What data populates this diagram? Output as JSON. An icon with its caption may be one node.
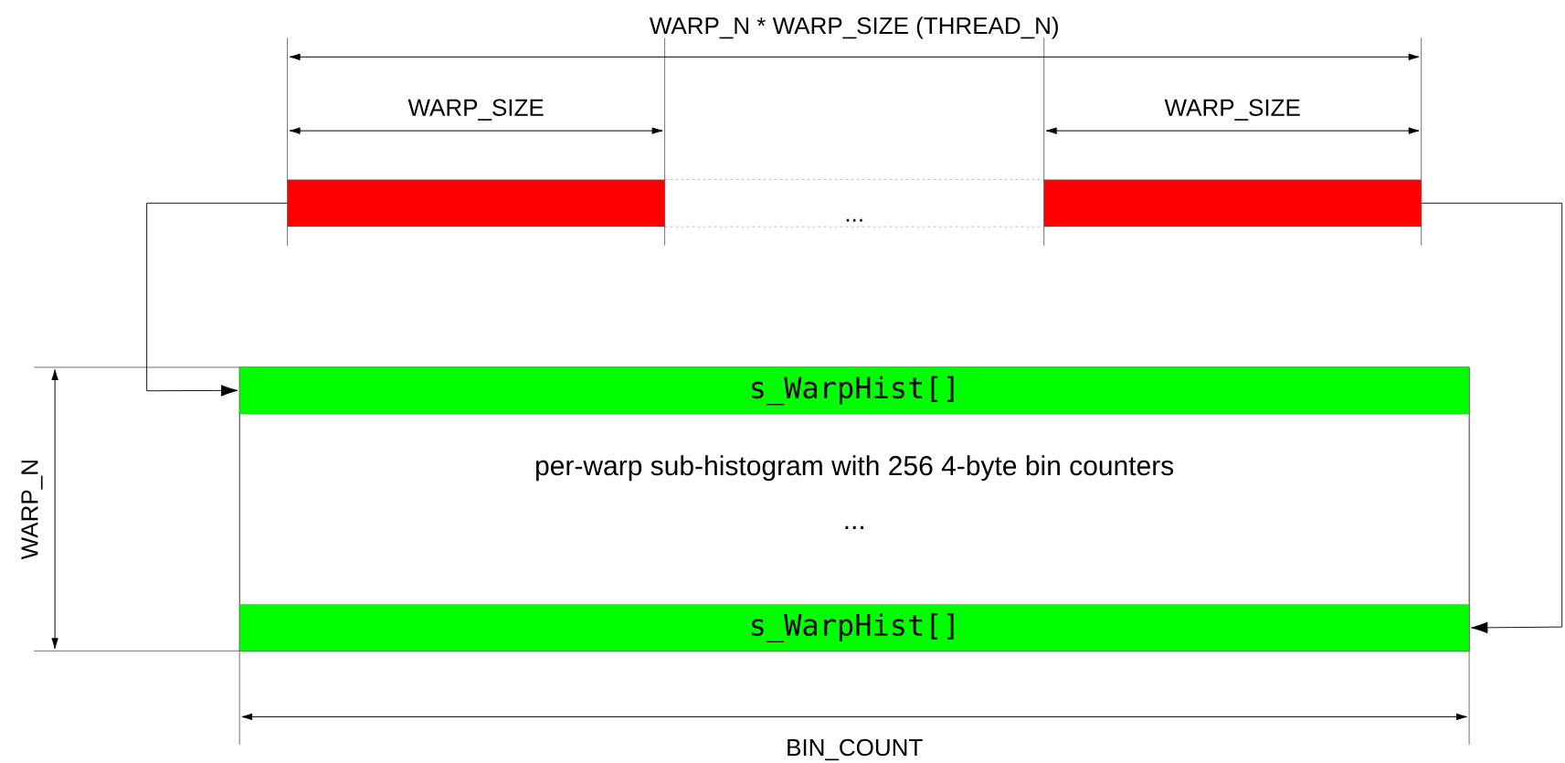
{
  "diagram": {
    "nodes": [
      {
        "text": [],
        "shape": "bar"
      },
      {
        "text": [
          "..."
        ]
      },
      {
        "text": [],
        "shape": "bar"
      },
      {
        "text": [
          "per-warp sub-histogram with 256 4-byte bin counters",
          "..."
        ]
      },
      {
        "text": [
          "s_WarpHist[]"
        ],
        "in": 3
      },
      {
        "text": [
          "s_WarpHist[]"
        ],
        "in": 3
      }
    ],
    "edges": [
      {
        "from": 0,
        "to": 4,
        "arrow": "to"
      },
      {
        "from": 2,
        "to": 5,
        "arrow": "to"
      }
    ],
    "labels": [
      "WARP_N * WARP_SIZE (THREAD_N)",
      "WARP_SIZE",
      "WARP_SIZE",
      "WARP_N",
      "BIN_COUNT"
    ]
  }
}
